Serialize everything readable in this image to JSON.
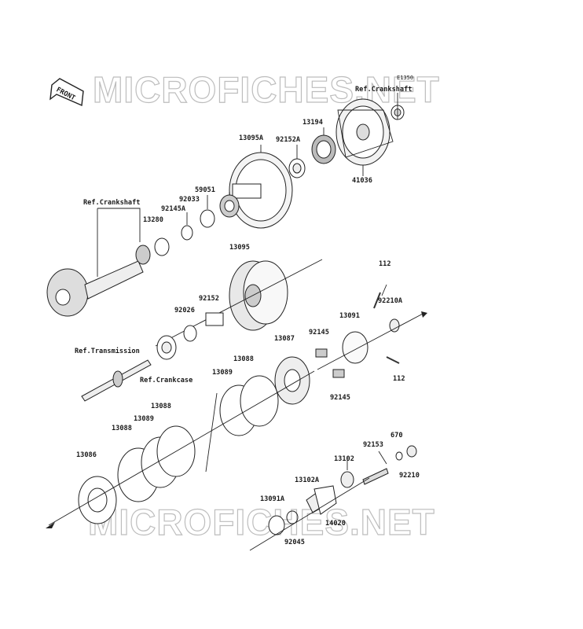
{
  "diagram": {
    "code": "E1350",
    "front_badge": "FRONT",
    "watermark_top": "MICROFICHES.NET",
    "watermark_bottom": "MICROFICHES.NET",
    "refs": {
      "crankshaft_top": "Ref.Crankshaft",
      "crankshaft_left": "Ref.Crankshaft",
      "transmission": "Ref.Transmission",
      "crankcase": "Ref.Crankcase"
    },
    "parts": {
      "p41036": "41036",
      "p13194": "13194",
      "p92152A": "92152A",
      "p13095A": "13095A",
      "p59051": "59051",
      "p92033": "92033",
      "p92145A": "92145A",
      "p13280": "13280",
      "p13095": "13095",
      "p112a": "112",
      "p92210A": "92210A",
      "p13091": "13091",
      "p92145a": "92145",
      "p92152": "92152",
      "p92026": "92026",
      "p13087": "13087",
      "p112b": "112",
      "p92145b": "92145",
      "p13088a": "13088",
      "p13089a": "13089",
      "p13088b": "13088",
      "p13089b": "13089",
      "p13088c": "13088",
      "p13086": "13086",
      "p670": "670",
      "p92153": "92153",
      "p13102": "13102",
      "p92210": "92210",
      "p13102A": "13102A",
      "p14020": "14020",
      "p13091A": "13091A",
      "p92045": "92045"
    }
  }
}
